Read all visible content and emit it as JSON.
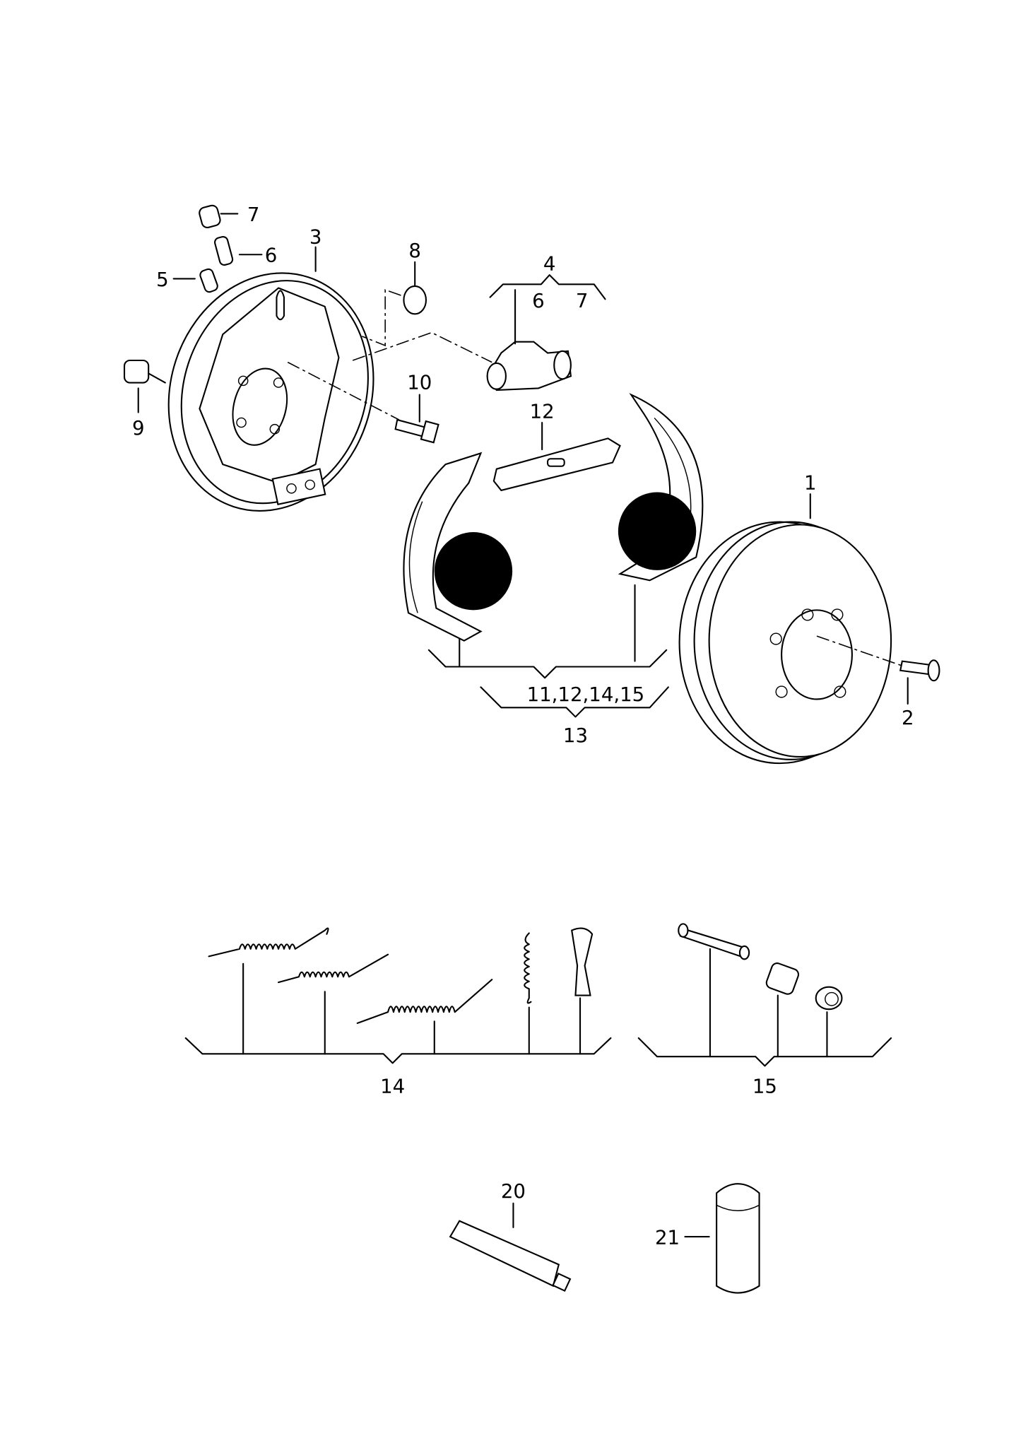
{
  "diagram": {
    "callouts": {
      "c1": "1",
      "c2": "2",
      "c3": "3",
      "c4": "4",
      "c4_sub6": "6",
      "c4_sub7": "7",
      "c5": "5",
      "c6": "6",
      "c7": "7",
      "c8": "8",
      "c9": "9",
      "c10": "10",
      "c12": "12",
      "c_shoe_group": "11,12,14,15",
      "c13": "13",
      "c14": "14",
      "c15": "15",
      "c20": "20",
      "c21": "21"
    },
    "redaction_color": "#000000"
  }
}
